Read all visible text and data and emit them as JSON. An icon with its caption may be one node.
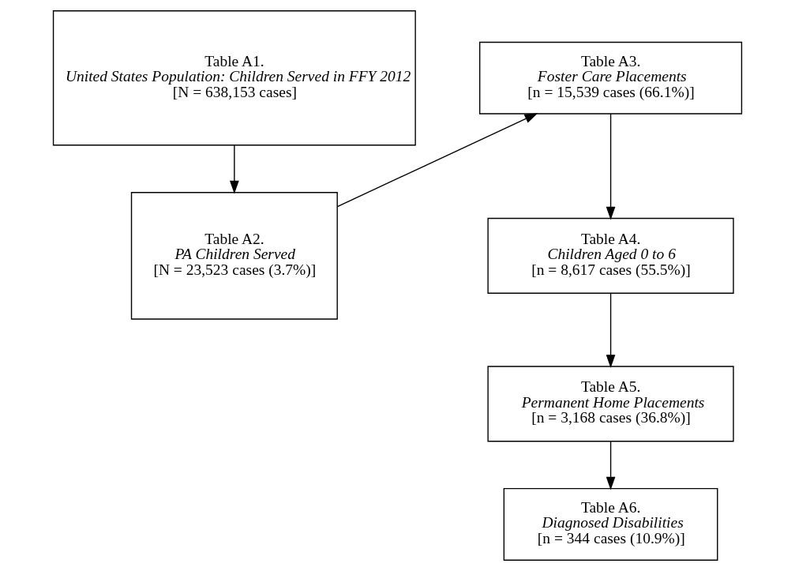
{
  "diagram": {
    "nodes": [
      {
        "text": [
          "Table A1.",
          "United States Population: Children Served in FFY 2012",
          "[N = 638,153 cases]"
        ]
      },
      {
        "text": [
          "Table A2.",
          "PA Children Served",
          "[N = 23,523 cases (3.7%)]"
        ]
      },
      {
        "text": [
          "Table A3.",
          "Foster Care Placements",
          "[n = 15,539 cases (66.1%)]"
        ]
      },
      {
        "text": [
          "Table A4.",
          "Children Aged 0 to 6",
          "[n = 8,617 cases (55.5%)]"
        ]
      },
      {
        "text": [
          "Table A5.",
          "Permanent Home Placements",
          "[n = 3,168 cases (36.8%)]"
        ]
      },
      {
        "text": [
          "Table A6.",
          "Diagnosed Disabilities",
          "[n = 344 cases (10.9%)]"
        ]
      }
    ],
    "edges": [
      {
        "from": 0,
        "to": 1,
        "arrow": "to"
      },
      {
        "from": 1,
        "to": 2,
        "arrow": "to"
      },
      {
        "from": 2,
        "to": 3,
        "arrow": "to"
      },
      {
        "from": 3,
        "to": 4,
        "arrow": "to"
      },
      {
        "from": 4,
        "to": 5,
        "arrow": "to"
      }
    ]
  }
}
